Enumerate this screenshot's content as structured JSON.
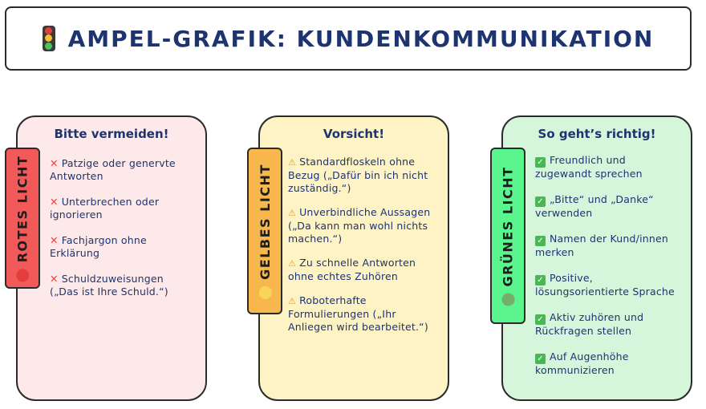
{
  "title": {
    "icon": "traffic-light-icon",
    "text": "AMPEL-GRAFIK: KUNDENKOMMUNIKATION"
  },
  "colors": {
    "title": "#1d3470",
    "red_card": "#fde9e9",
    "yellow_card": "#fdf3c4",
    "green_card": "#d6f6dc",
    "red_tab": "#f25a5a",
    "yellow_tab": "#f7b74c",
    "green_tab": "#5bf58d"
  },
  "red": {
    "tab_label": "ROTES LICHT",
    "heading": "Bitte vermeiden!",
    "icon": "cross-mark-icon",
    "items": [
      {
        "mark": "❌",
        "text": "Patzige oder genervte Antworten"
      },
      {
        "mark": "❌",
        "text": "Unterbrechen oder ignorieren"
      },
      {
        "mark": "❌",
        "text": "Fachjargon ohne Erklärung"
      },
      {
        "mark": "❌",
        "text": "Schuldzuweisungen („Das ist Ihre Schuld.“)"
      }
    ]
  },
  "yellow": {
    "tab_label": "GELBES LICHT",
    "heading": "Vorsicht!",
    "icon": "warning-icon",
    "items": [
      {
        "mark": "⚠️",
        "text": "Standardfloskeln ohne Bezug („Dafür bin ich nicht zuständig.“)"
      },
      {
        "mark": "⚠️",
        "text": "Unverbindliche Aussagen („Da kann man wohl nichts machen.“)"
      },
      {
        "mark": "⚠️",
        "text": "Zu schnelle Antworten ohne echtes Zuhören"
      },
      {
        "mark": "⚠️",
        "text": "Roboterhafte Formulierungen („Ihr Anliegen wird bearbeitet.“)"
      }
    ]
  },
  "green": {
    "tab_label": "GRÜNES LICHT",
    "heading": "So geht’s richtig!",
    "icon": "check-mark-icon",
    "items": [
      {
        "mark": "✔",
        "text": "Freundlich und zugewandt sprechen"
      },
      {
        "mark": "✔",
        "text": "„Bitte“ und „Danke“ verwenden"
      },
      {
        "mark": "✔",
        "text": "Namen der Kund/innen merken"
      },
      {
        "mark": "✔",
        "text": "Positive, lösungsorientierte Sprache"
      },
      {
        "mark": "✔",
        "text": "Aktiv zuhören und Rückfragen stellen"
      },
      {
        "mark": "✔",
        "text": "Auf Augenhöhe kommunizieren"
      }
    ]
  }
}
